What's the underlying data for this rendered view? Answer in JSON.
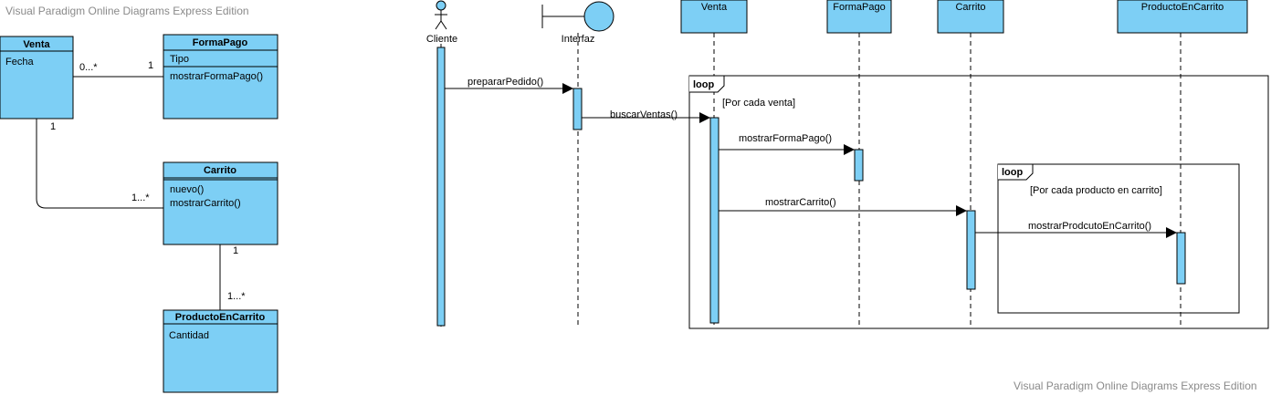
{
  "watermark_top": "Visual Paradigm Online Diagrams Express Edition",
  "watermark_bottom": "Visual Paradigm Online Diagrams Express Edition",
  "colors": {
    "fill": "#7dcff5",
    "stroke": "#000000",
    "watermark": "#8a8a8a"
  },
  "class_diagram": {
    "classes": {
      "venta": {
        "name": "Venta",
        "attributes": [
          "Fecha"
        ],
        "operations": []
      },
      "formapago": {
        "name": "FormaPago",
        "attributes": [
          "Tipo"
        ],
        "operations": [
          "mostrarFormaPago()"
        ]
      },
      "carrito": {
        "name": "Carrito",
        "attributes": [],
        "operations": [
          "nuevo()",
          "mostrarCarrito()"
        ]
      },
      "producto": {
        "name": "ProductoEnCarrito",
        "attributes": [
          "Cantidad"
        ],
        "operations": []
      }
    },
    "associations": {
      "venta_formapago": {
        "mult_source": "0...*",
        "mult_target": "1"
      },
      "venta_carrito": {
        "mult_source": "1",
        "mult_target": "1...*"
      },
      "carrito_producto": {
        "mult_source": "1",
        "mult_target": "1...*"
      }
    }
  },
  "sequence_diagram": {
    "lifelines": {
      "cliente": "Cliente",
      "interfaz": "Interfaz",
      "venta": "Venta",
      "formapago": "FormaPago",
      "carrito": "Carrito",
      "producto": "ProductoEnCarrito"
    },
    "messages": {
      "m1": "prepararPedido()",
      "m2": "buscarVentas()",
      "m3": "mostrarFormaPago()",
      "m4": "mostrarCarrito()",
      "m5": "mostrarProdcutoEnCarrito()"
    },
    "fragments": {
      "outer": {
        "operator": "loop",
        "guard": "[Por cada venta]"
      },
      "inner": {
        "operator": "loop",
        "guard": "[Por cada producto en carrito]"
      }
    }
  }
}
